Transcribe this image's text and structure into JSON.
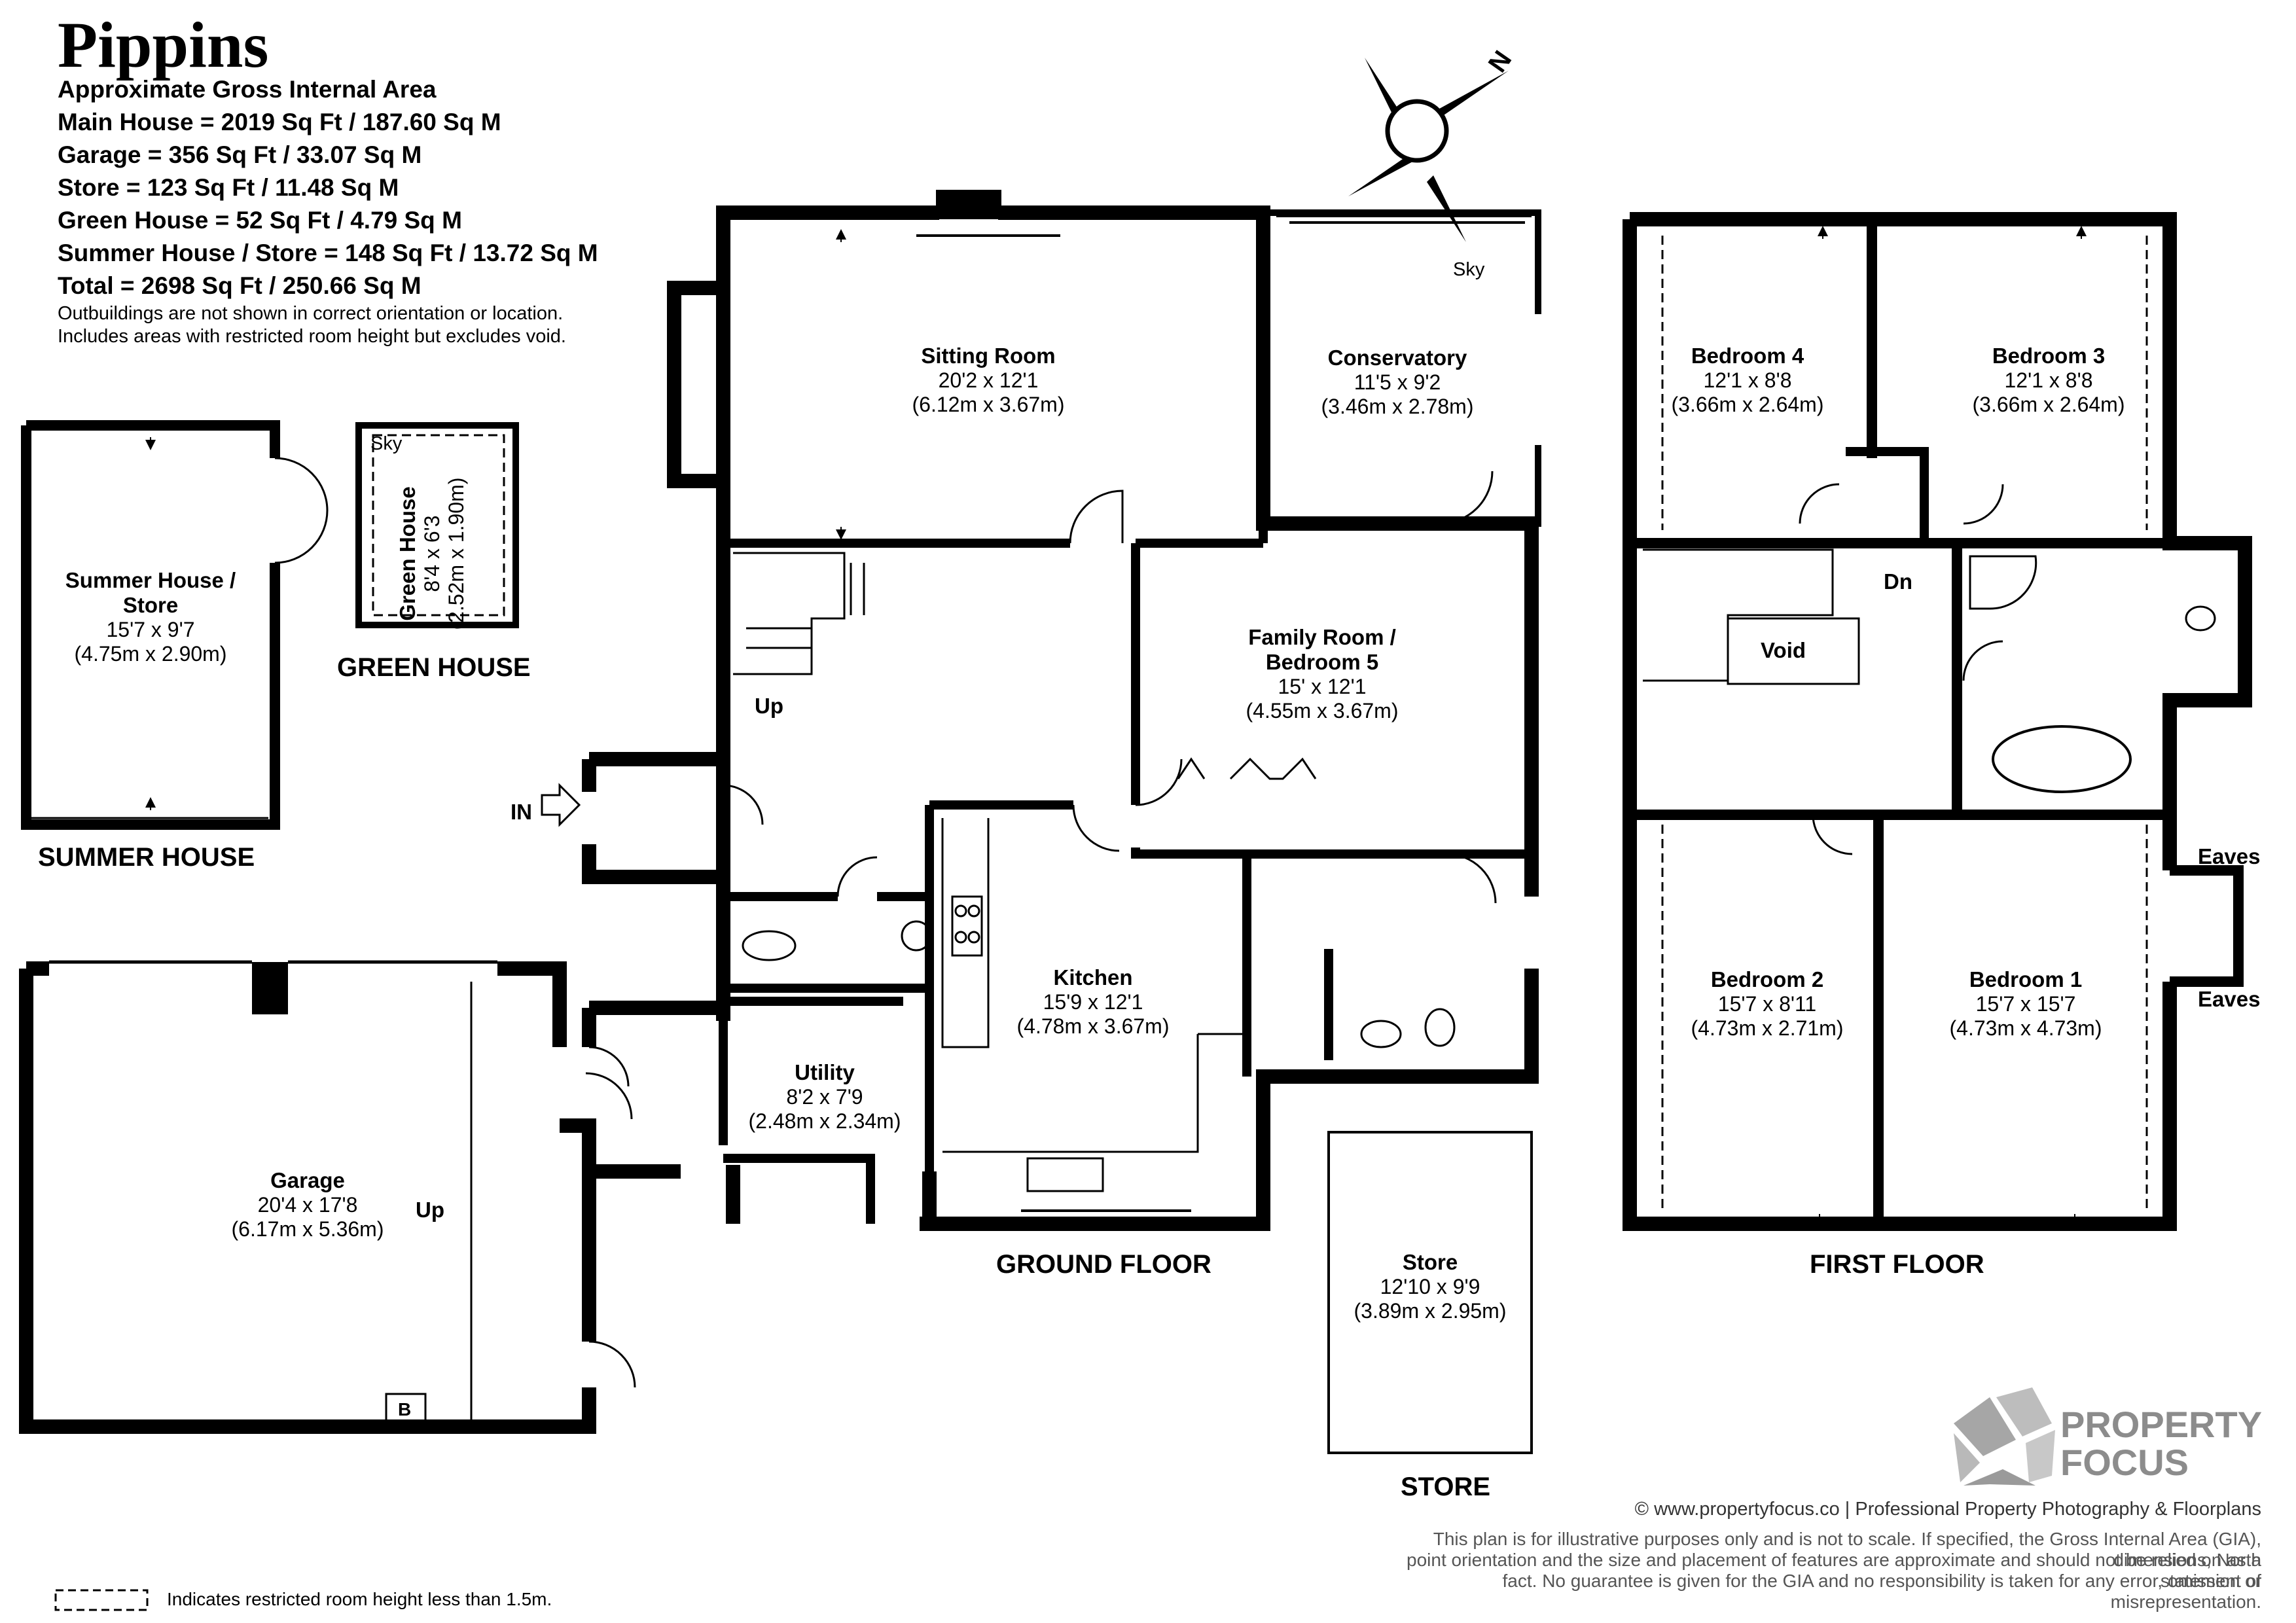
{
  "header": {
    "title": "Pippins",
    "stats": [
      "Approximate Gross Internal Area",
      "Main House = 2019 Sq Ft / 187.60 Sq M",
      "Garage = 356 Sq Ft / 33.07 Sq M",
      "Store = 123 Sq Ft / 11.48 Sq M",
      "Green House = 52 Sq Ft / 4.79 Sq M",
      "Summer House / Store = 148 Sq Ft / 13.72 Sq M",
      "Total = 2698 Sq Ft / 250.66 Sq M"
    ],
    "notes": [
      "Outbuildings are not shown in correct orientation or location.",
      "Includes areas with restricted room height but excludes void."
    ]
  },
  "compass": {
    "label": "N"
  },
  "rooms": {
    "sitting": {
      "name": "Sitting Room",
      "imperial": "20'2 x 12'1",
      "metric": "(6.12m x 3.67m)"
    },
    "conservatory": {
      "name": "Conservatory",
      "imperial": "11'5 x 9'2",
      "metric": "(3.46m x 2.78m)",
      "sky": "Sky"
    },
    "family": {
      "name1": "Family Room /",
      "name2": "Bedroom 5",
      "imperial": "15' x 12'1",
      "metric": "(4.55m x 3.67m)"
    },
    "kitchen": {
      "name": "Kitchen",
      "imperial": "15'9 x 12'1",
      "metric": "(4.78m x 3.67m)"
    },
    "utility": {
      "name": "Utility",
      "imperial": "8'2 x 7'9",
      "metric": "(2.48m x 2.34m)"
    },
    "garage": {
      "name": "Garage",
      "imperial": "20'4 x 17'8",
      "metric": "(6.17m x 5.36m)",
      "up": "Up",
      "boiler": "B"
    },
    "summer": {
      "name1": "Summer House /",
      "name2": "Store",
      "imperial": "15'7 x 9'7",
      "metric": "(4.75m x 2.90m)"
    },
    "green": {
      "name": "Green House",
      "imperial": "8'4 x 6'3",
      "metric": "(2.52m x 1.90m)",
      "sky": "Sky"
    },
    "store": {
      "name": "Store",
      "imperial": "12'10 x 9'9",
      "metric": "(3.89m x 2.95m)"
    },
    "bed4": {
      "name": "Bedroom 4",
      "imperial": "12'1 x 8'8",
      "metric": "(3.66m x 2.64m)"
    },
    "bed3": {
      "name": "Bedroom 3",
      "imperial": "12'1 x 8'8",
      "metric": "(3.66m x 2.64m)"
    },
    "bed2": {
      "name": "Bedroom 2",
      "imperial": "15'7 x 8'11",
      "metric": "(4.73m x 2.71m)"
    },
    "bed1": {
      "name": "Bedroom 1",
      "imperial": "15'7 x 15'7",
      "metric": "(4.73m x 4.73m)"
    },
    "void": {
      "name": "Void"
    }
  },
  "labels": {
    "stairs_up": "Up",
    "stairs_down": "Dn",
    "entrance": "IN",
    "eaves_top": "Eaves",
    "eaves_bottom": "Eaves",
    "green_house": "GREEN HOUSE",
    "summer_house": "SUMMER HOUSE",
    "ground_floor": "GROUND FLOOR",
    "first_floor": "FIRST FLOOR",
    "store": "STORE"
  },
  "brand": {
    "line1": "PROPERTY",
    "line2": "FOCUS"
  },
  "footer": {
    "credit": "© www.propertyfocus.co | Professional Property Photography & Floorplans",
    "disclaimer": [
      "This plan is for illustrative purposes only and is not to scale. If specified, the Gross Internal Area (GIA), dimensions, North",
      "point orientation and the size and placement of features are approximate and should not be relied on as a statement of",
      "fact. No guarantee is given for the GIA and no responsibility is taken for any error, omission or misrepresentation."
    ],
    "legend": "Indicates restricted room height less than 1.5m."
  }
}
